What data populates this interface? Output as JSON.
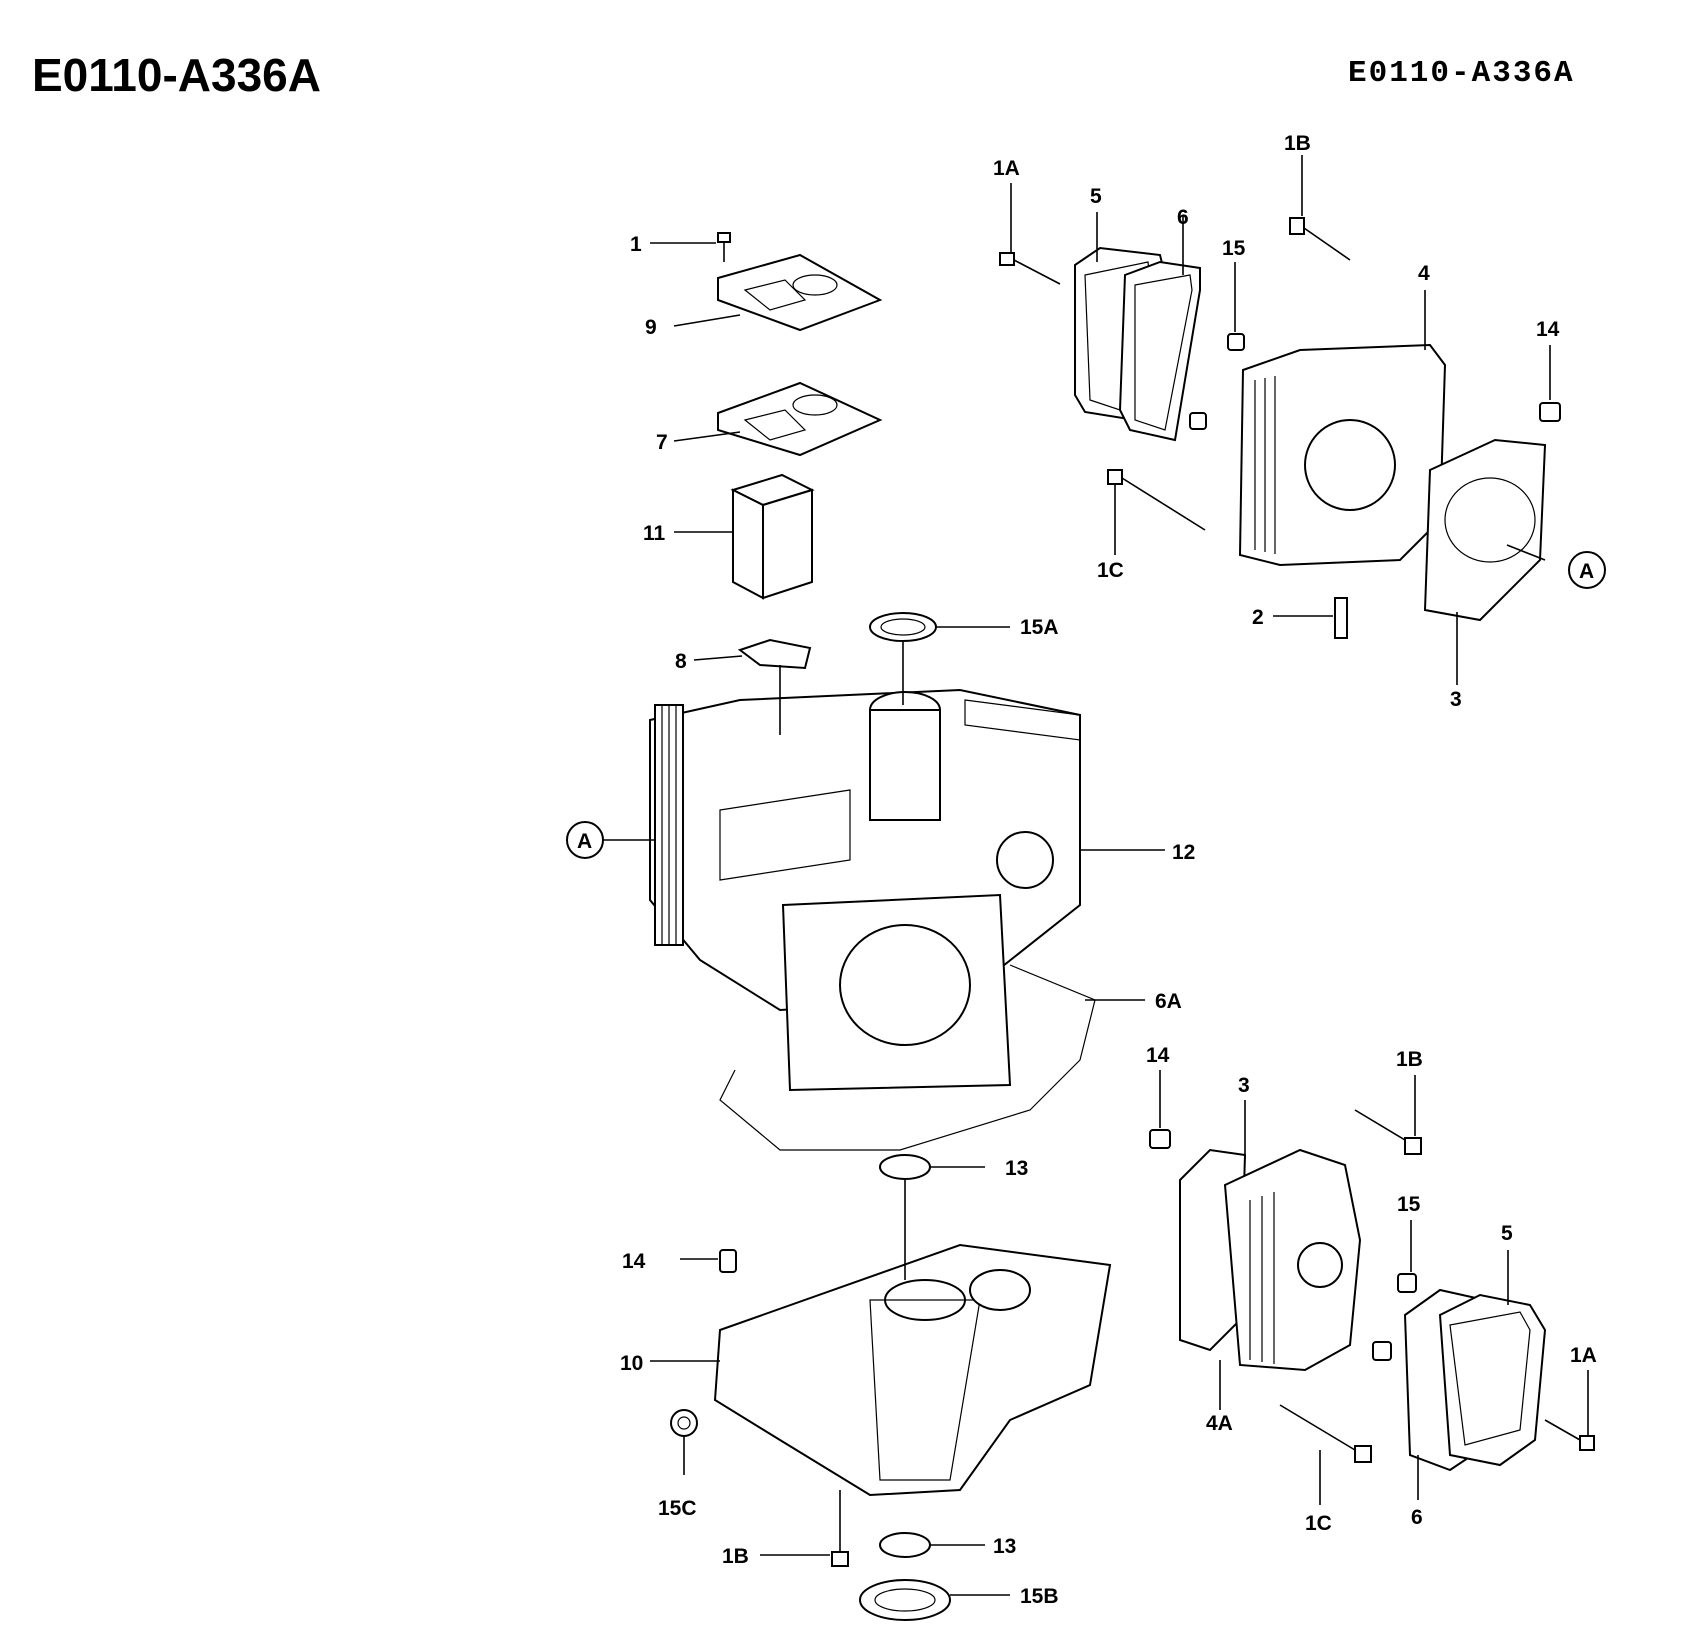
{
  "header": {
    "code_left": "E0110-A336A",
    "code_right": "E0110-A336A"
  },
  "callouts": {
    "c_1": "1",
    "c_9": "9",
    "c_7": "7",
    "c_11": "11",
    "c_8": "8",
    "c_15A": "15A",
    "c_A_left": "A",
    "c_12": "12",
    "c_6A": "6A",
    "c_13_top": "13",
    "c_14_bottom": "14",
    "c_10": "10",
    "c_15C": "15C",
    "c_1B_bottom": "1B",
    "c_13_bottom": "13",
    "c_15B": "15B",
    "c_1A_top": "1A",
    "c_5_top": "5",
    "c_6_top": "6",
    "c_1B_top": "1B",
    "c_15_top": "15",
    "c_4": "4",
    "c_14_top": "14",
    "c_A_right": "A",
    "c_1C_top": "1C",
    "c_2": "2",
    "c_3_top": "3",
    "c_14_mid": "14",
    "c_3_mid": "3",
    "c_1B_mid": "1B",
    "c_15_mid": "15",
    "c_5_bottom": "5",
    "c_1A_bottom": "1A",
    "c_4A": "4A",
    "c_1C_bottom": "1C",
    "c_6_bottom": "6"
  }
}
